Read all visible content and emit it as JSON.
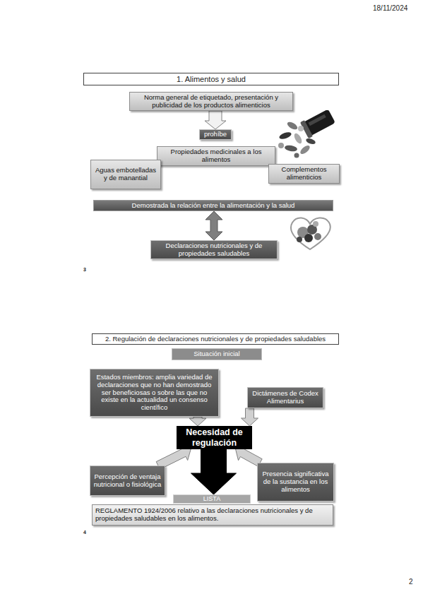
{
  "diagram": {
    "nodes": [
      {
        "text": [
          "1. Alimentos y salud"
        ]
      },
      {
        "text": [
          "Norma general de etiquetado, presentación y publicidad de los productos alimenticios"
        ]
      },
      {
        "text": [
          "prohíbe"
        ]
      },
      {
        "text": [
          "Propiedades medicinales a los alimentos"
        ]
      },
      {
        "text": [
          "Aguas embotelladas y de manantial"
        ]
      },
      {
        "text": [
          "Complementos alimenticios"
        ]
      },
      {
        "text": [
          "Demostrada la relación entre la alimentación y la salud"
        ]
      },
      {
        "text": [
          "Declaraciones nutricionales y de propiedades saludables"
        ]
      },
      {
        "text": [
          "2. Regulación de declaraciones nutricionales y de propiedades saludables"
        ]
      },
      {
        "text": [
          "Situación inicial"
        ]
      },
      {
        "text": [
          "Estados miembros: amplia variedad de declaraciones que no han demostrado ser beneficiosas o sobre las que no existe en la actualidad un consenso científico"
        ]
      },
      {
        "text": [
          "Dictámenes de Codex Alimentarius"
        ]
      },
      {
        "text": [
          "Necesidad de regulación"
        ]
      },
      {
        "text": [
          "Percepción de ventaja nutricional o fisiológica"
        ]
      },
      {
        "text": [
          "Presencia significativa de la sustancia en los alimentos"
        ]
      },
      {
        "text": [
          "LISTA"
        ]
      },
      {
        "text": [
          "REGLAMENTO 1924/2006 relativo a las declaraciones nutricionales y de propiedades saludables en los alimentos."
        ]
      }
    ],
    "edges": [
      {
        "from": 1,
        "to": 2,
        "arrow": "to"
      },
      {
        "from": 6,
        "to": 7,
        "arrow": "both"
      },
      {
        "from": 10,
        "to": 12,
        "arrow": "to"
      },
      {
        "from": 11,
        "to": 12,
        "arrow": "to"
      },
      {
        "from": 13,
        "to": 12,
        "arrow": "to"
      },
      {
        "from": 14,
        "to": 12,
        "arrow": "to"
      },
      {
        "from": 12,
        "to": 15,
        "arrow": "to"
      }
    ],
    "labels": [
      "18/11/2024",
      "3",
      "4",
      "2"
    ]
  }
}
